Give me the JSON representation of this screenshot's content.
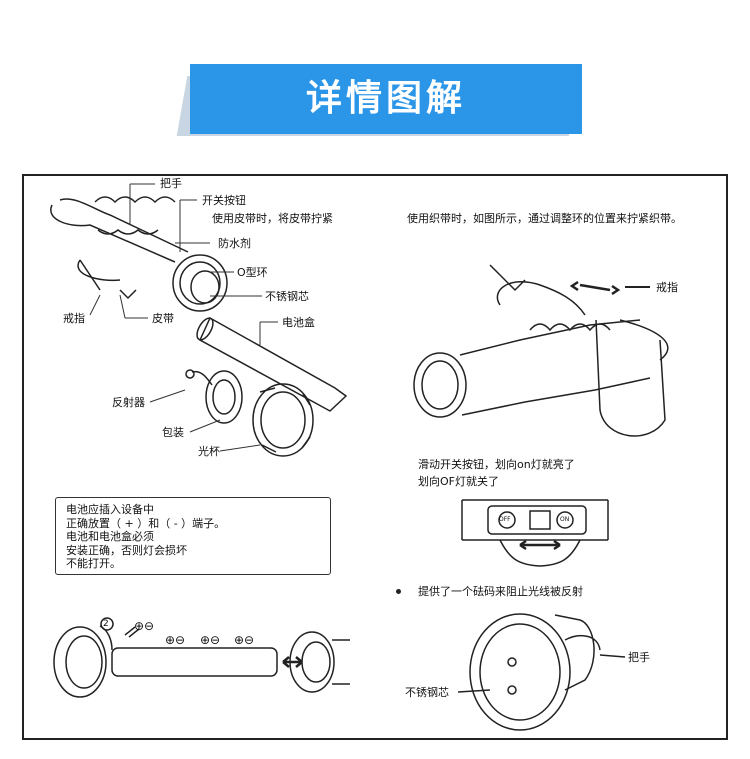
{
  "header": {
    "title": "详情图解"
  },
  "left_labels": {
    "handle": "把手",
    "switch_button": "开关按钮",
    "strap_tip": "使用皮带时，将皮带拧紧",
    "waterproof": "防水剂",
    "o_ring": "O型环",
    "steel_core": "不锈钢芯",
    "ring": "戒指",
    "leather_strap": "皮带",
    "battery_box": "电池盒",
    "reflector": "反射器",
    "packaging": "包装",
    "lamp_cup": "光杯"
  },
  "right_labels": {
    "lanyard_tip": "使用织带时，如图所示，通过调整环的位置来拧紧织带。",
    "ring": "戒指",
    "switch_tip_line1": "滑动开关按钮，划向on灯就亮了",
    "switch_tip_line2": "划向OF灯就关了",
    "off_label": "OFF",
    "on_label": "ON",
    "counterweight_tip": "提供了一个砝码来阻止光线被反射",
    "handle": "把手",
    "steel_core": "不锈钢芯"
  },
  "battery_note": {
    "lines": [
      "电池应插入设备中",
      "正确放置（ + ）和（ - ）端子。",
      "电池和电池盒必须",
      "安装正确，否则灯会损坏",
      "不能打开。"
    ]
  },
  "battery_diagram": {
    "step_number": "2",
    "polarity_marks": [
      "⊕⊖",
      "⊕⊖",
      "⊕⊖",
      "⊕⊖"
    ]
  },
  "colors": {
    "accent": "#2b95e8",
    "shadow": "#c8d6e3",
    "ink": "#222222"
  }
}
